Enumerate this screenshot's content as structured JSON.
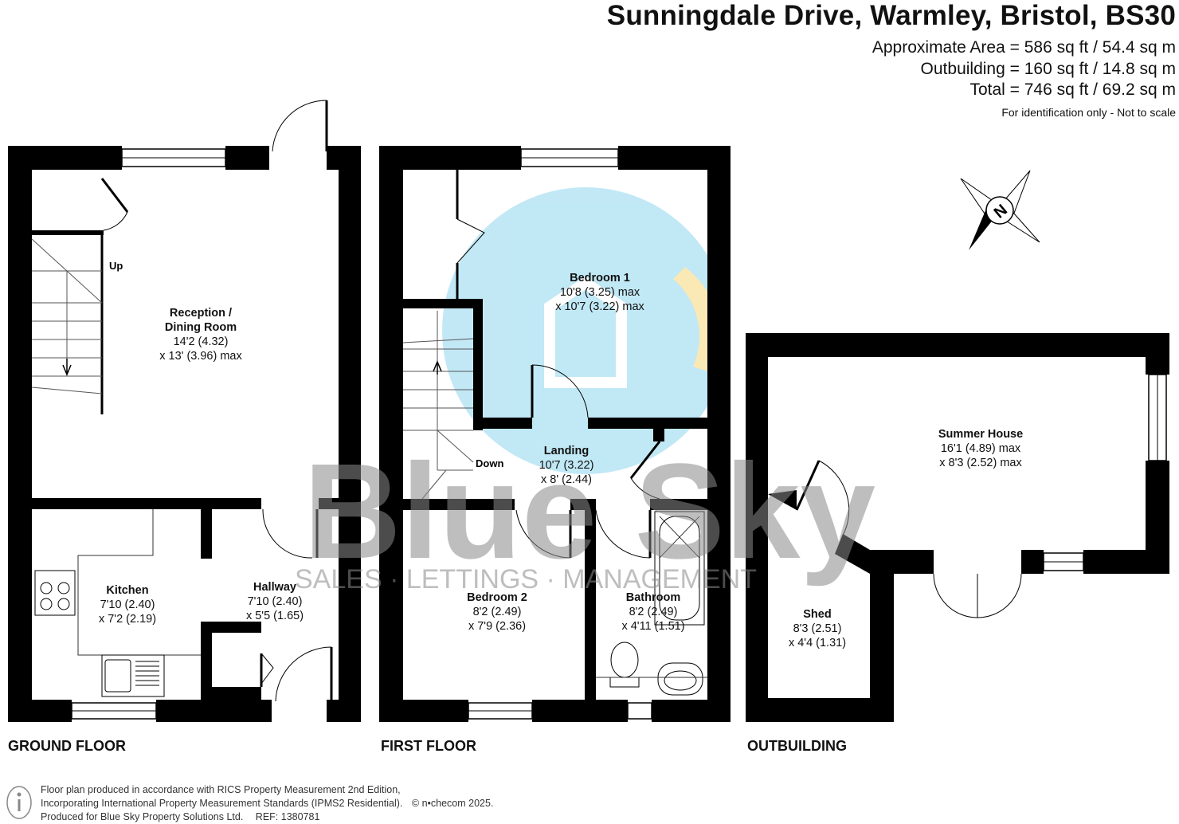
{
  "header": {
    "title": "Sunningdale Drive, Warmley, Bristol, BS30",
    "approximate_area": "Approximate Area = 586 sq ft / 54.4 sq m",
    "outbuilding_area": "Outbuilding = 160 sq ft / 14.8 sq m",
    "total_area": "Total = 746 sq ft / 69.2 sq m",
    "disclaimer": "For identification only - Not to scale"
  },
  "compass": {
    "icon": "north-compass-icon",
    "label": "N"
  },
  "watermark": {
    "brand": "Blue Sky",
    "tagline": "SALES · LETTINGS · MANAGEMENT",
    "colors": {
      "grey": "#8a8a8a",
      "blue": "#7fd0ea",
      "yellow": "#f5d77a"
    }
  },
  "floors": [
    {
      "label": "GROUND FLOOR"
    },
    {
      "label": "FIRST FLOOR"
    },
    {
      "label": "OUTBUILDING"
    }
  ],
  "rooms": {
    "reception": {
      "name_line1": "Reception /",
      "name_line2": "Dining Room",
      "dim1": "14'2 (4.32)",
      "dim2": "x 13' (3.96) max"
    },
    "kitchen": {
      "name": "Kitchen",
      "dim1": "7'10 (2.40)",
      "dim2": "x 7'2 (2.19)"
    },
    "hallway": {
      "name": "Hallway",
      "dim1": "7'10 (2.40)",
      "dim2": "x 5'5 (1.65)"
    },
    "bedroom1": {
      "name": "Bedroom 1",
      "dim1": "10'8 (3.25) max",
      "dim2": "x 10'7 (3.22) max"
    },
    "landing": {
      "name": "Landing",
      "dim1": "10'7 (3.22)",
      "dim2": "x 8' (2.44)"
    },
    "bedroom2": {
      "name": "Bedroom 2",
      "dim1": "8'2 (2.49)",
      "dim2": "x 7'9 (2.36)"
    },
    "bathroom": {
      "name": "Bathroom",
      "dim1": "8'2 (2.49)",
      "dim2": "x 4'11 (1.51)"
    },
    "summer_house": {
      "name": "Summer House",
      "dim1": "16'1 (4.89) max",
      "dim2": "x 8'3 (2.52) max"
    },
    "shed": {
      "name": "Shed",
      "dim1": "8'3 (2.51)",
      "dim2": "x 4'4 (1.31)"
    }
  },
  "stairs": {
    "up_label": "Up",
    "down_label": "Down"
  },
  "footer": {
    "line1": "Floor plan produced in accordance with RICS Property Measurement 2nd Edition,",
    "line2": "Incorporating International Property Measurement Standards (IPMS2 Residential).",
    "copyright": "© n•checom 2025.",
    "line3": "Produced for Blue Sky Property Solutions Ltd.",
    "ref": "REF:  1380781"
  }
}
